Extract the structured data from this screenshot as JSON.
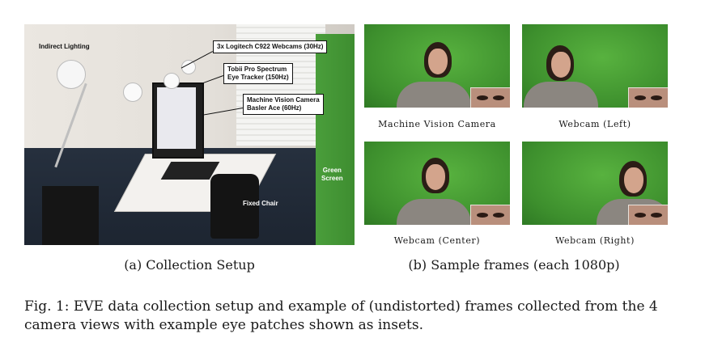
{
  "setup_photo": {
    "labels": {
      "indirect_lighting": "Indirect Lighting",
      "webcams": "3x Logitech C922 Webcams (30Hz)",
      "eye_tracker_line1": "Tobii Pro Spectrum",
      "eye_tracker_line2": "Eye Tracker (150Hz)",
      "mv_camera_line1": "Machine Vision Camera",
      "mv_camera_line2": "Basler Ace (60Hz)",
      "green_screen_line1": "Green",
      "green_screen_line2": "Screen",
      "fixed_chair": "Fixed Chair"
    },
    "subcaption": "(a) Collection Setup"
  },
  "sample_frames": {
    "frames": [
      {
        "caption": "Machine Vision Camera"
      },
      {
        "caption": "Webcam (Left)"
      },
      {
        "caption": "Webcam (Center)"
      },
      {
        "caption": "Webcam (Right)"
      }
    ],
    "subcaption": "(b) Sample frames (each 1080p)"
  },
  "figure_caption": "Fig. 1: EVE data collection setup and example of (undistorted) frames collected from the 4 camera views with example eye patches shown as insets.",
  "colors": {
    "green_screen": "#3f9a33",
    "text": "#1a1a1a"
  }
}
